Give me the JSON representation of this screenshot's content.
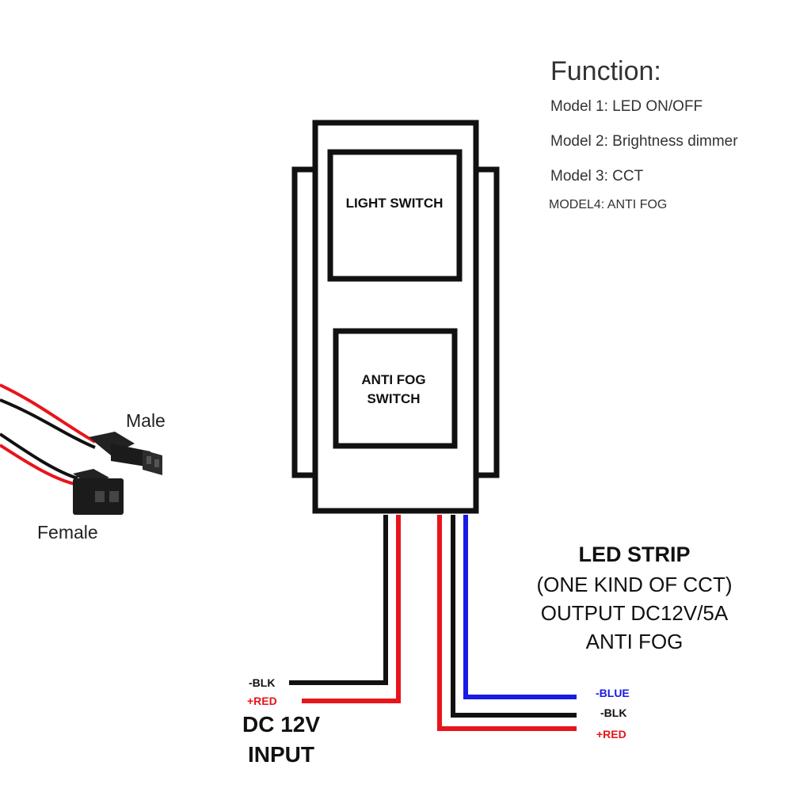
{
  "function_panel": {
    "title": "Function:",
    "models": [
      "Model 1:  LED ON/OFF",
      "Model 2:  Brightness dimmer",
      "Model 3:  CCT",
      "MODEL4: ANTI FOG"
    ]
  },
  "switch_panel": {
    "light_switch_label": "LIGHT SWITCH",
    "anti_fog_label_line1": "ANTI FOG",
    "anti_fog_label_line2": "SWITCH"
  },
  "connector_photo": {
    "male_label": "Male",
    "female_label": "Female"
  },
  "led_strip": {
    "title": "LED STRIP",
    "line2": "(ONE KIND OF CCT)",
    "line3": "OUTPUT DC12V/5A",
    "line4": "ANTI FOG"
  },
  "input_wires": {
    "black_label": "-BLK",
    "red_label": "+RED",
    "title_line1": "DC 12V",
    "title_line2": "INPUT"
  },
  "output_wires": {
    "blue_label": "-BLUE",
    "black_label": "-BLK",
    "red_label": "+RED"
  },
  "colors": {
    "wire_black": "#111111",
    "wire_red": "#e8141b",
    "wire_blue": "#1a1ae6",
    "outline": "#111111"
  }
}
